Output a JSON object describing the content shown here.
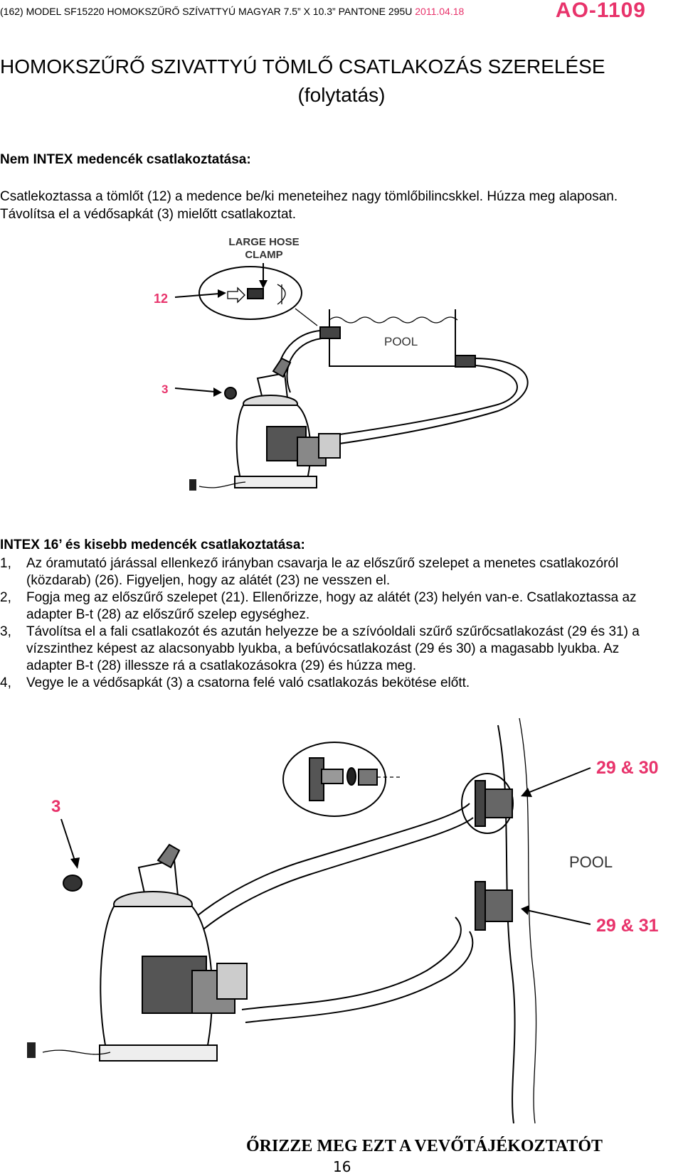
{
  "header": {
    "left_text": "(162) MODEL SF15220 HOMOKSZŰRŐ SZÍVATTYÚ MAGYAR  7.5” X 10.3” PANTONE 295U ",
    "date": "2011.04.18",
    "code": "AO-1109"
  },
  "title": "HOMOKSZŰRŐ SZIVATTYÚ TÖMLŐ CSATLAKOZÁS SZERELÉSE",
  "subtitle": "(folytatás)",
  "section1": {
    "heading": "Nem INTEX medencék csatlakoztatása:",
    "body": "Csatlekoztassa a tömlőt (12) a medence be/ki meneteihez nagy tömlőbilincskkel. Húzza meg alaposan. Távolítsa el a védősapkát (3) mielőtt csatlakoztat."
  },
  "figure1": {
    "clamp_label_line1": "LARGE HOSE",
    "clamp_label_line2": "CLAMP",
    "callout_12": "12",
    "callout_3": "3",
    "pool_label": "POOL"
  },
  "section2": {
    "heading": "INTEX 16’ és kisebb medencék csatlakoztatása:",
    "steps": [
      {
        "num": "1,",
        "text": "Az óramutató járással ellenkező irányban csavarja le az előszűrő szelepet a menetes csatlakozóról (közdarab) (26). Figyeljen, hogy az alátét (23) ne vesszen el."
      },
      {
        "num": "2,",
        "text": "Fogja meg az előszűrő szelepet (21). Ellenőrizze, hogy az alátét (23) helyén van-e. Csatlakoztassa az adapter B-t (28) az előszűrő szelep egységhez."
      },
      {
        "num": "3,",
        "text": "Távolítsa el a fali csatlakozót és azután helyezze be a szívóoldali szűrő szűrőcsatlakozást (29 és 31) a vízszinthez képest az alacsonyabb lyukba, a befúvócsatlakozást (29 és 30) a magasabb lyukba. Az adapter B-t (28) illessze rá a csatlakozásokra (29) és húzza meg."
      },
      {
        "num": "4,",
        "text": "Vegye le a védősapkát (3) a csatorna felé való csatlakozás bekötése előtt."
      }
    ]
  },
  "figure2": {
    "callout_3": "3",
    "label_29_30": "29 & 30",
    "label_29_31": "29 & 31",
    "pool_label": "POOL"
  },
  "footer": {
    "note": "ŐRIZZE MEG EZT A VEVŐTÁJÉKOZTATÓT",
    "page": "16"
  },
  "colors": {
    "accent": "#e8336b",
    "text": "#000000"
  }
}
